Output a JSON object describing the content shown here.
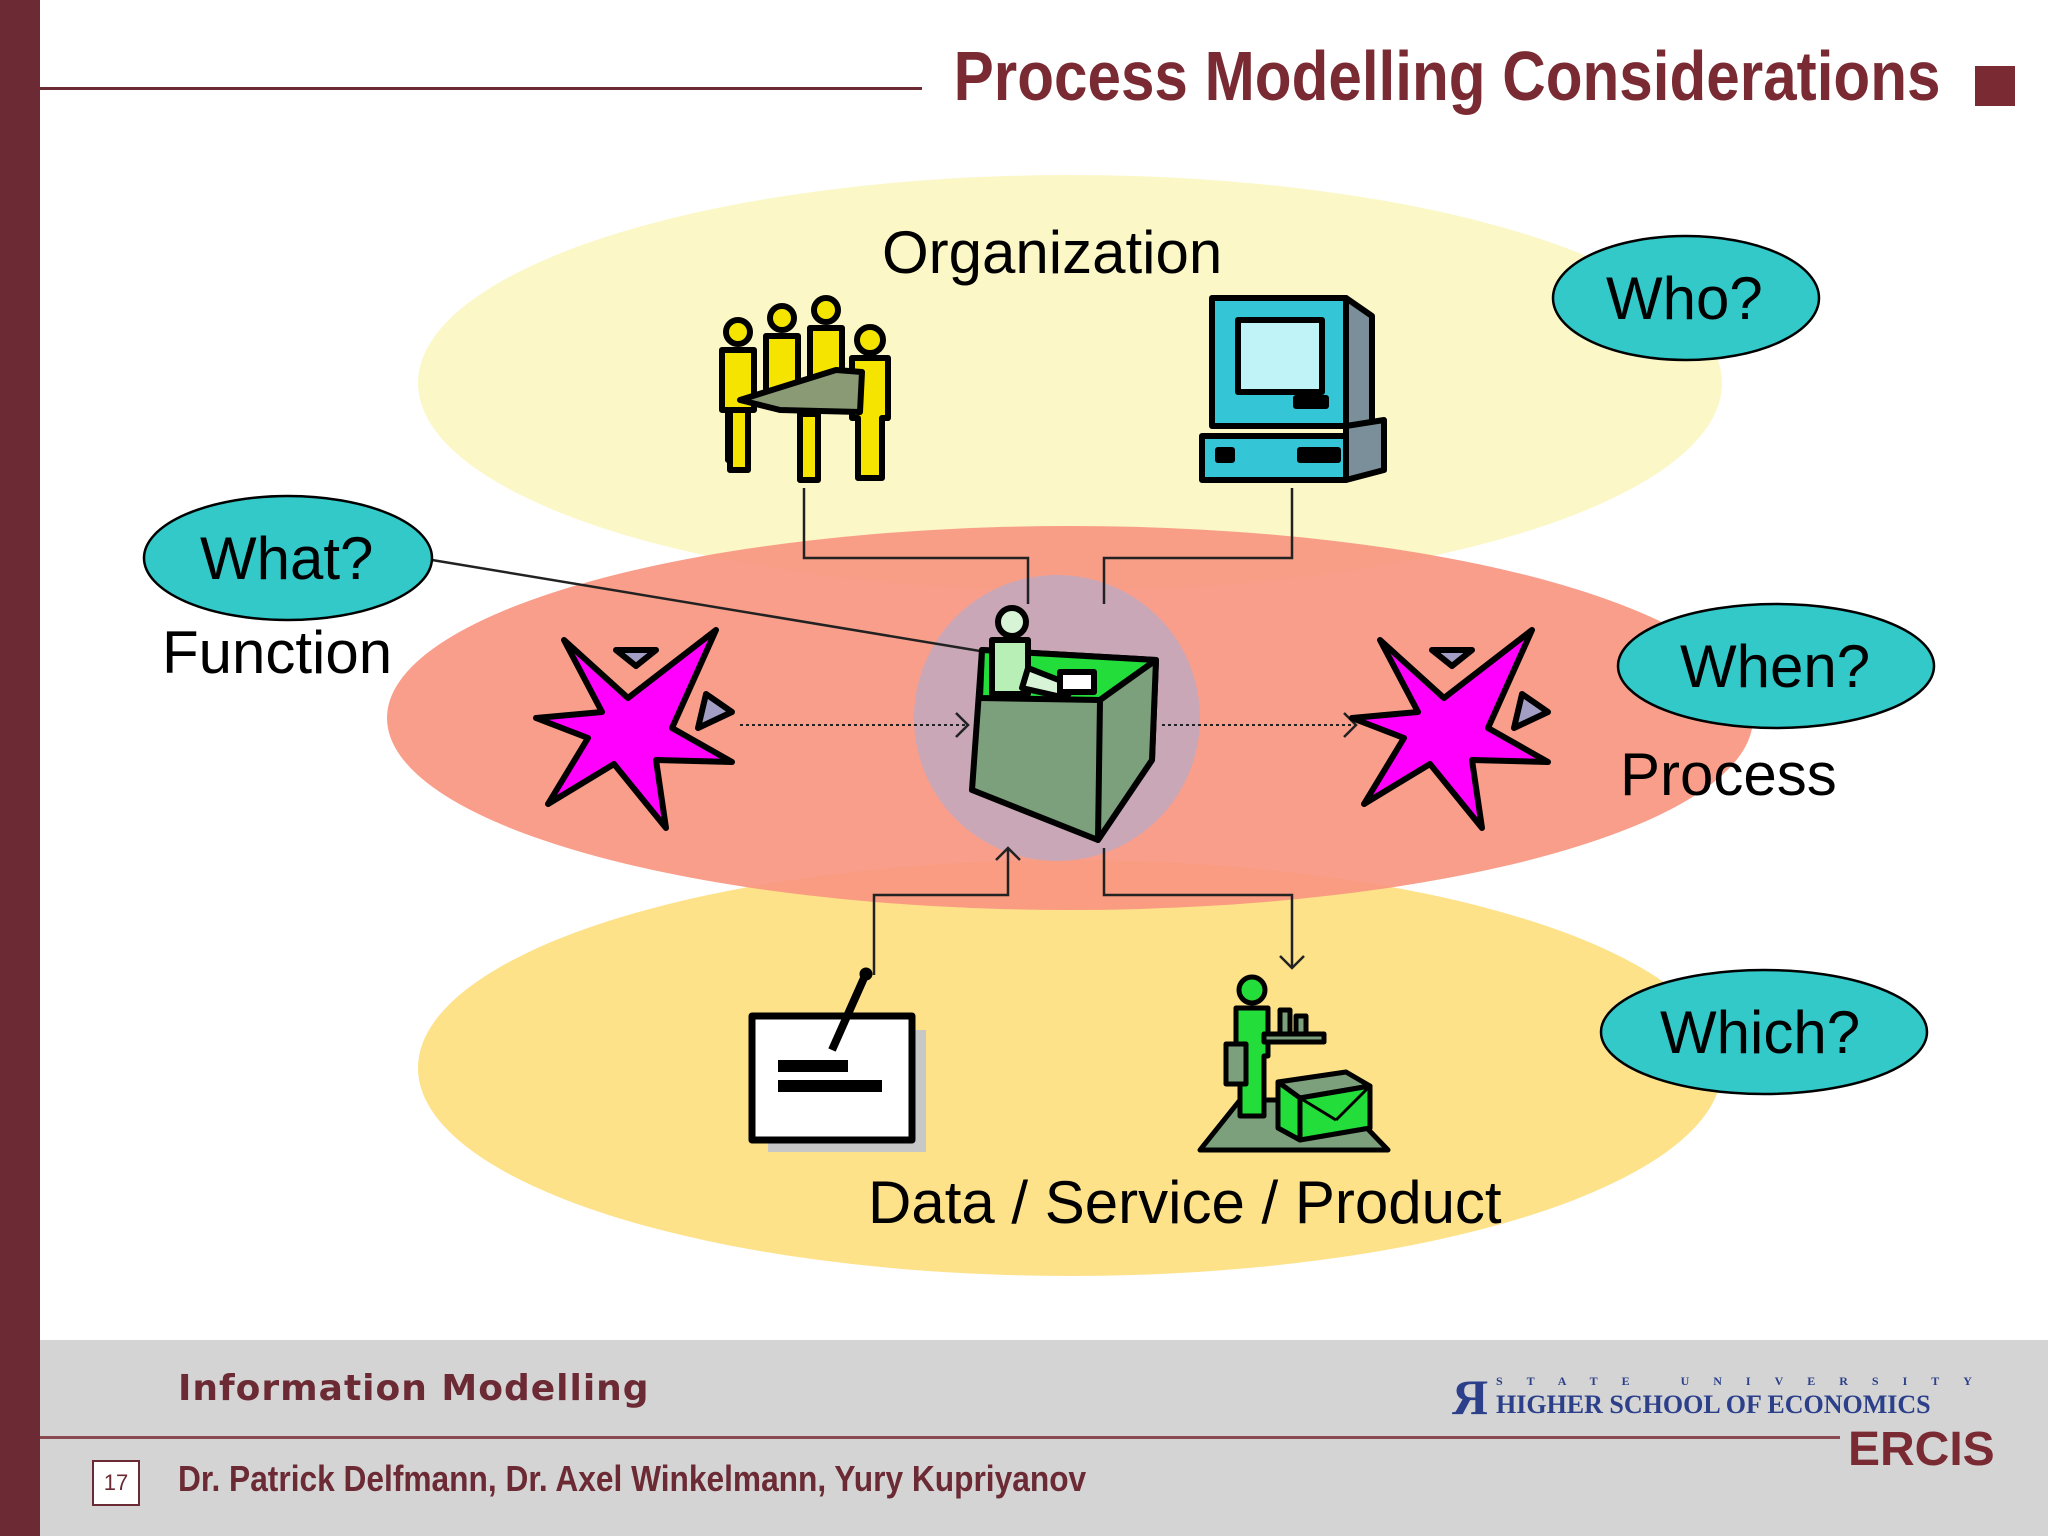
{
  "slide": {
    "title": "Process Modelling Considerations"
  },
  "diagram": {
    "layers": {
      "organization": "Organization",
      "function": "Function",
      "process": "Process",
      "data": "Data / Service / Product"
    },
    "questions": {
      "who": "Who?",
      "what": "What?",
      "when": "When?",
      "which": "Which?"
    },
    "icons": [
      "people-meeting-icon",
      "computer-icon",
      "person-at-desk-icon",
      "event-burst-icon",
      "document-icon",
      "worker-with-package-icon"
    ],
    "colors": {
      "organization_ellipse": "#fbf7c4",
      "function_ellipse": "#f99680",
      "data_ellipse": "#fde28a",
      "question_bubble": "#33c9c9",
      "accent": "#7a2a33"
    }
  },
  "footer": {
    "course": "Information Modelling",
    "page_number": "17",
    "authors": "Dr. Patrick Delfmann, Dr. Axel Winkelmann, Yury Kupriyanov",
    "university_top": "STATE UNIVERSITY",
    "university_name": "HIGHER SCHOOL OF ECONOMICS",
    "institute": "ERCIS"
  }
}
